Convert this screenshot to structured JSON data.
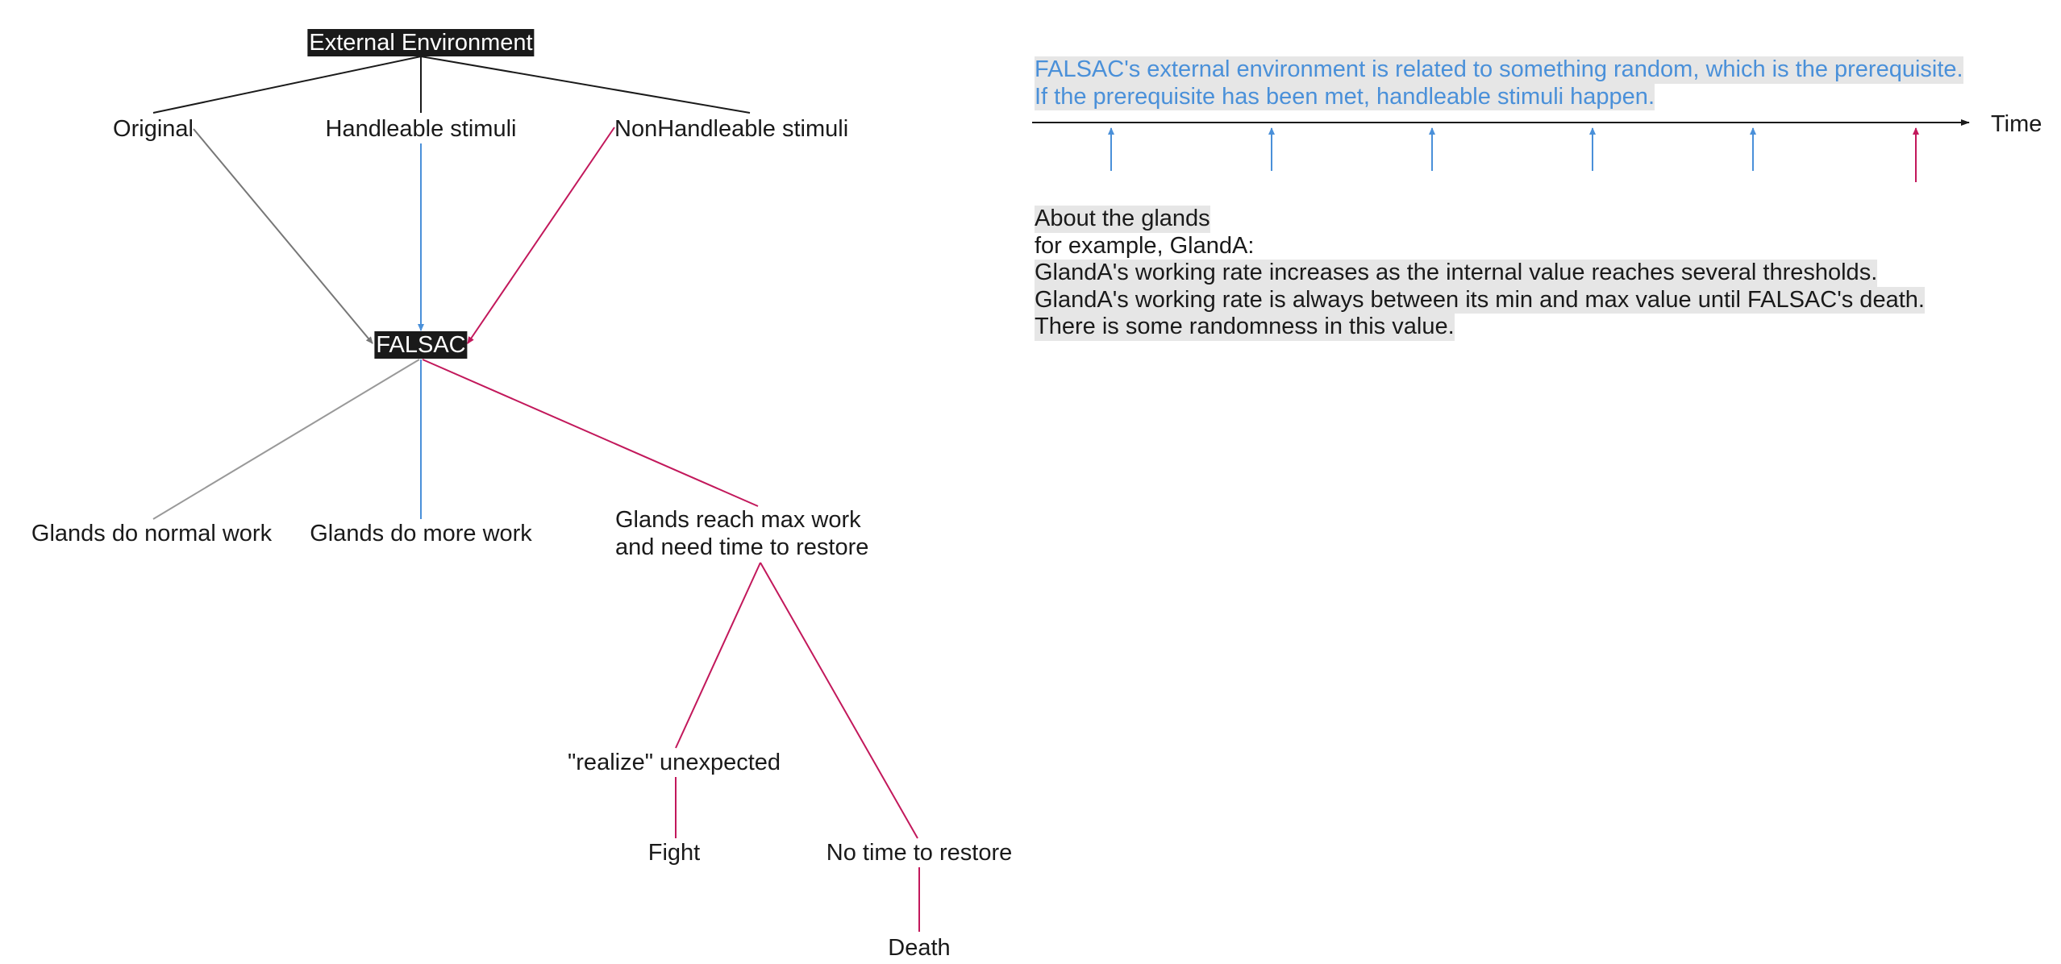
{
  "colors": {
    "black": "#1a1a1a",
    "gray": "#777777",
    "blue": "#4a90d9",
    "red": "#c2185b",
    "highlight": "#e6e6e6"
  },
  "tree": {
    "root": "External Environment",
    "children": [
      "Original",
      "Handleable stimuli",
      "NonHandleable stimuli"
    ],
    "center": "FALSAC",
    "outcomes": [
      "Glands do normal work",
      "Glands do more work"
    ],
    "max_work": [
      "Glands reach max work",
      "and need time to restore"
    ],
    "realize": "\"realize\" unexpected",
    "fight": "Fight",
    "no_time": "No time to restore",
    "death": "Death"
  },
  "timeline": {
    "note_lines": [
      "FALSAC's external environment is related to something random, which is the prerequisite.",
      "If the prerequisite has been met, handleable stimuli happen."
    ],
    "axis_label": "Time",
    "events": [
      {
        "kind": "handleable"
      },
      {
        "kind": "handleable"
      },
      {
        "kind": "handleable"
      },
      {
        "kind": "handleable"
      },
      {
        "kind": "handleable"
      },
      {
        "kind": "nonhandleable"
      }
    ]
  },
  "glands_note": [
    "About the glands",
    "for example, GlandA:",
    "GlandA's working rate increases as the internal value reaches several thresholds.",
    "GlandA's working rate is always between its min and max value until FALSAC's death.",
    "There is some randomness in this value."
  ]
}
